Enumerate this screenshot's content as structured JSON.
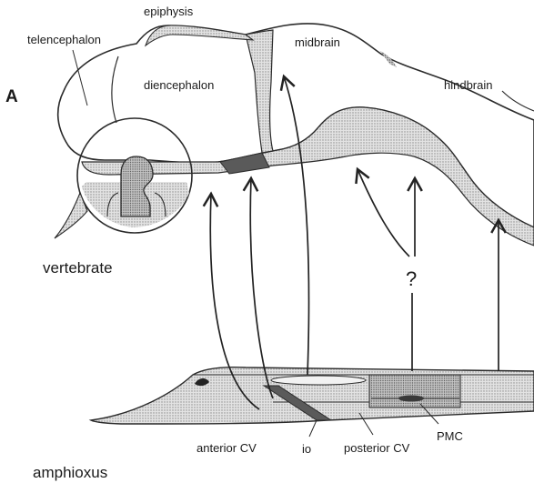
{
  "figure": {
    "panel_letter": "A"
  },
  "vertebrate": {
    "caption": "vertebrate",
    "regions": {
      "epiphysis": "epiphysis",
      "telencephalon": "telencephalon",
      "midbrain": "midbrain",
      "diencephalon": "diencephalon",
      "hindbrain": "hindbrain"
    }
  },
  "amphioxus": {
    "caption": "amphioxus",
    "regions": {
      "anterior_cv": "anterior CV",
      "io": "io",
      "posterior_cv": "posterior CV",
      "pmc": "PMC"
    }
  },
  "uncertain_mark": "?",
  "colors": {
    "outline": "#2b2b2b",
    "dark_region": "#555555",
    "stipple_light": "#cfcfcf",
    "stipple_mid": "#b5b5b5",
    "background": "#ffffff"
  }
}
